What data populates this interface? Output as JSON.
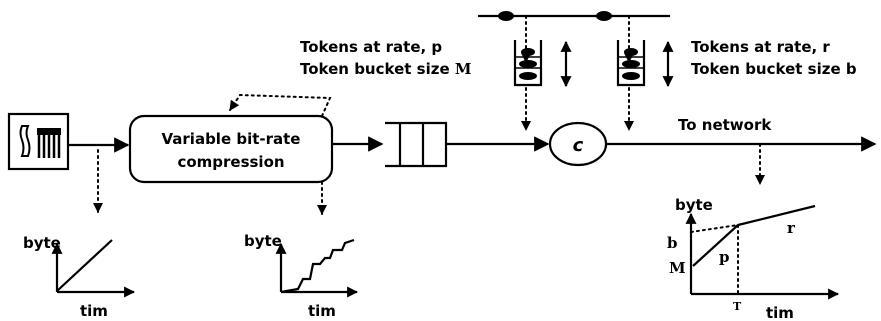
{
  "tokens_left": {
    "line1": "Tokens at rate, p",
    "line2_text": "Token bucket size ",
    "line2_var": "M"
  },
  "tokens_right": {
    "line1": "Tokens at rate, r",
    "line2": "Token bucket size b"
  },
  "compressor": {
    "line1": "Variable bit-rate",
    "line2": "compression"
  },
  "multiplexer": {
    "label": "c"
  },
  "to_network": "To network",
  "graph1": {
    "ylabel": "byte",
    "xlabel": "tim"
  },
  "graph2": {
    "ylabel": "byte",
    "xlabel": "tim"
  },
  "graph3": {
    "ylabel": "byte",
    "xlabel": "tim",
    "b_label": "b",
    "M_label": "M",
    "p_label": "p",
    "r_label": "r",
    "T_label": "T"
  }
}
